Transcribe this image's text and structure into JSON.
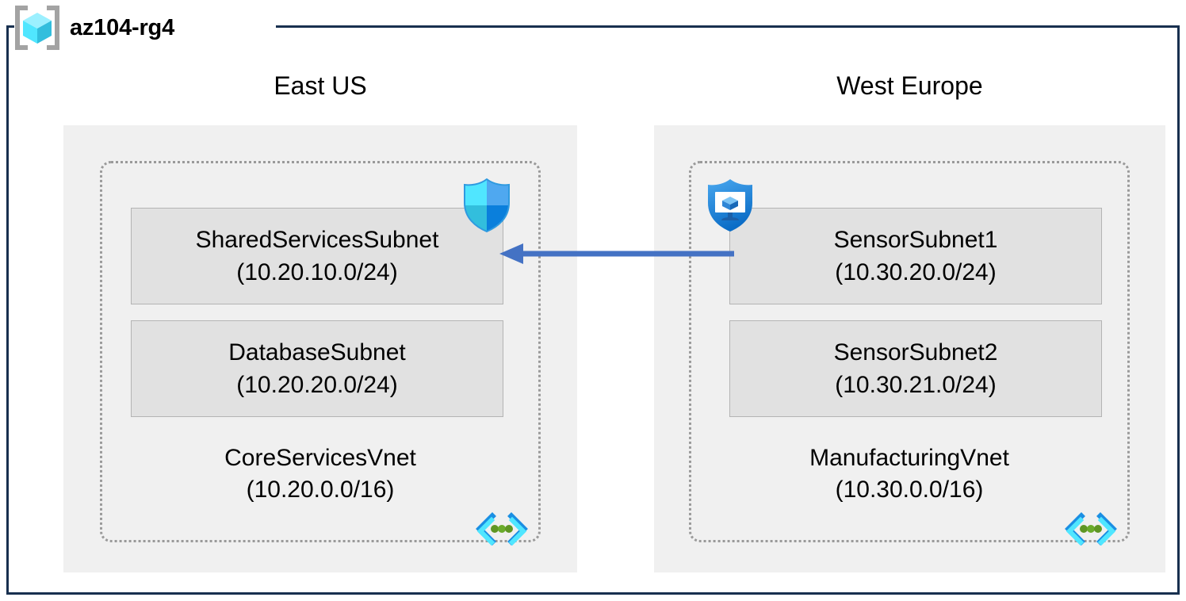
{
  "resource_group": {
    "name": "az104-rg4",
    "icon": "resource-group-cube-icon"
  },
  "regions": [
    {
      "label": "East US",
      "vnet": {
        "name": "CoreServicesVnet",
        "cidr": "(10.20.0.0/16)",
        "icon": "virtual-network-icon",
        "subnets": [
          {
            "name": "SharedServicesSubnet",
            "cidr": "(10.20.10.0/24)",
            "icon": "network-security-group-shield-icon"
          },
          {
            "name": "DatabaseSubnet",
            "cidr": "(10.20.20.0/24)",
            "icon": null
          }
        ]
      }
    },
    {
      "label": "West Europe",
      "vnet": {
        "name": "ManufacturingVnet",
        "cidr": "(10.30.0.0/16)",
        "icon": "virtual-network-icon",
        "subnets": [
          {
            "name": "SensorSubnet1",
            "cidr": "(10.30.20.0/24)",
            "icon": "application-security-group-shield-icon"
          },
          {
            "name": "SensorSubnet2",
            "cidr": "(10.30.21.0/24)",
            "icon": null
          }
        ]
      }
    }
  ],
  "connection": {
    "name": "vnet-peering-arrow",
    "direction": "right-to-left",
    "color": "#4472c4"
  },
  "colors": {
    "frame": "#18304f",
    "region_fill": "#f0f0f0",
    "subnet_fill": "#e1e1e1",
    "subnet_border": "#b4b4b4",
    "vnet_border": "#9a9a9a",
    "arrow": "#4472c4",
    "icon_cyan": "#50e6ff",
    "icon_blue": "#0078d4"
  }
}
